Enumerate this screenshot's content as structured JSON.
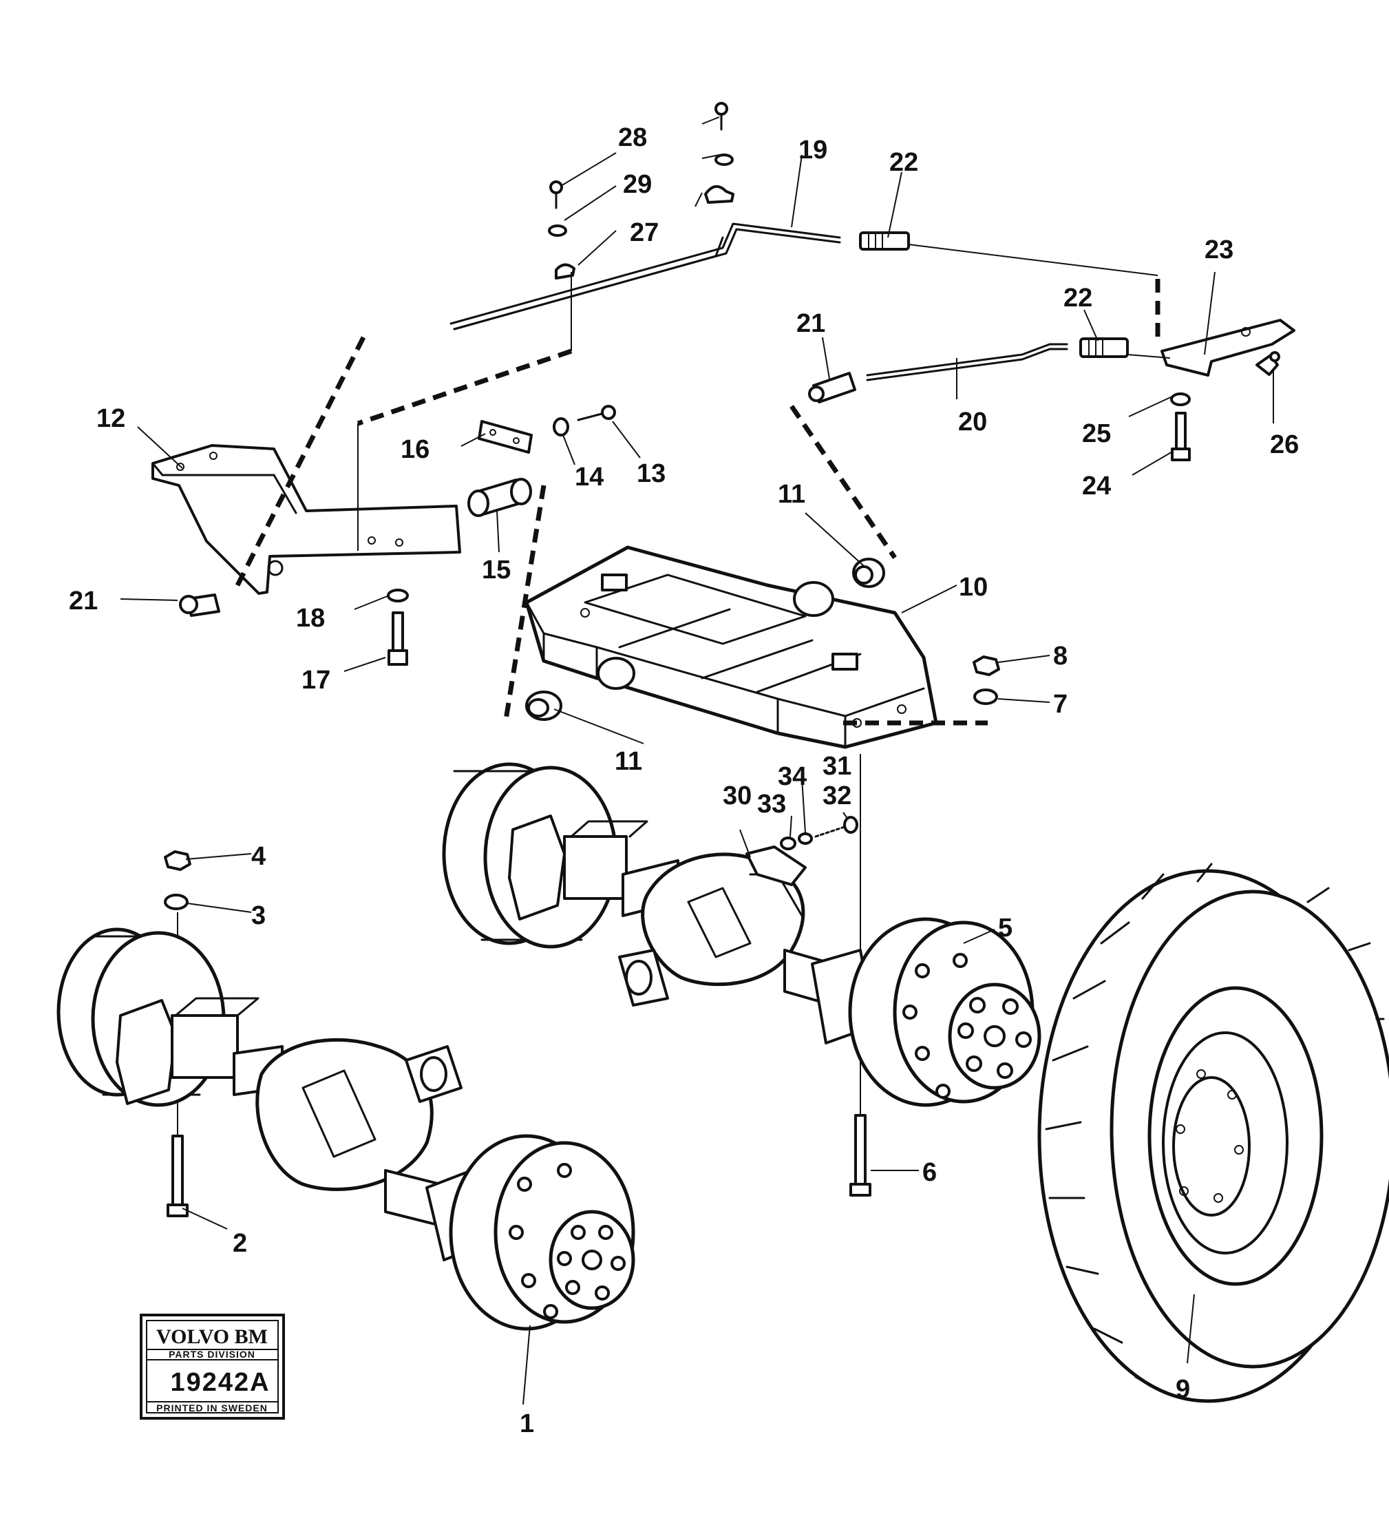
{
  "diagram": {
    "callouts": {
      "c1": "1",
      "c2": "2",
      "c3": "3",
      "c4": "4",
      "c5": "5",
      "c6": "6",
      "c7": "7",
      "c8": "8",
      "c9": "9",
      "c10": "10",
      "c11a": "11",
      "c11b": "11",
      "c12": "12",
      "c13": "13",
      "c14": "14",
      "c15": "15",
      "c16": "16",
      "c17": "17",
      "c18": "18",
      "c19": "19",
      "c20": "20",
      "c21a": "21",
      "c21b": "21",
      "c22a": "22",
      "c22b": "22",
      "c23": "23",
      "c24": "24",
      "c25": "25",
      "c26": "26",
      "c27": "27",
      "c28": "28",
      "c29": "29",
      "c30": "30",
      "c31": "31",
      "c32": "32",
      "c33": "33",
      "c34": "34"
    }
  },
  "stamp": {
    "brand": "VOLVO BM",
    "division": "PARTS DIVISION",
    "number": "19242A",
    "printed": "PRINTED IN SWEDEN"
  }
}
